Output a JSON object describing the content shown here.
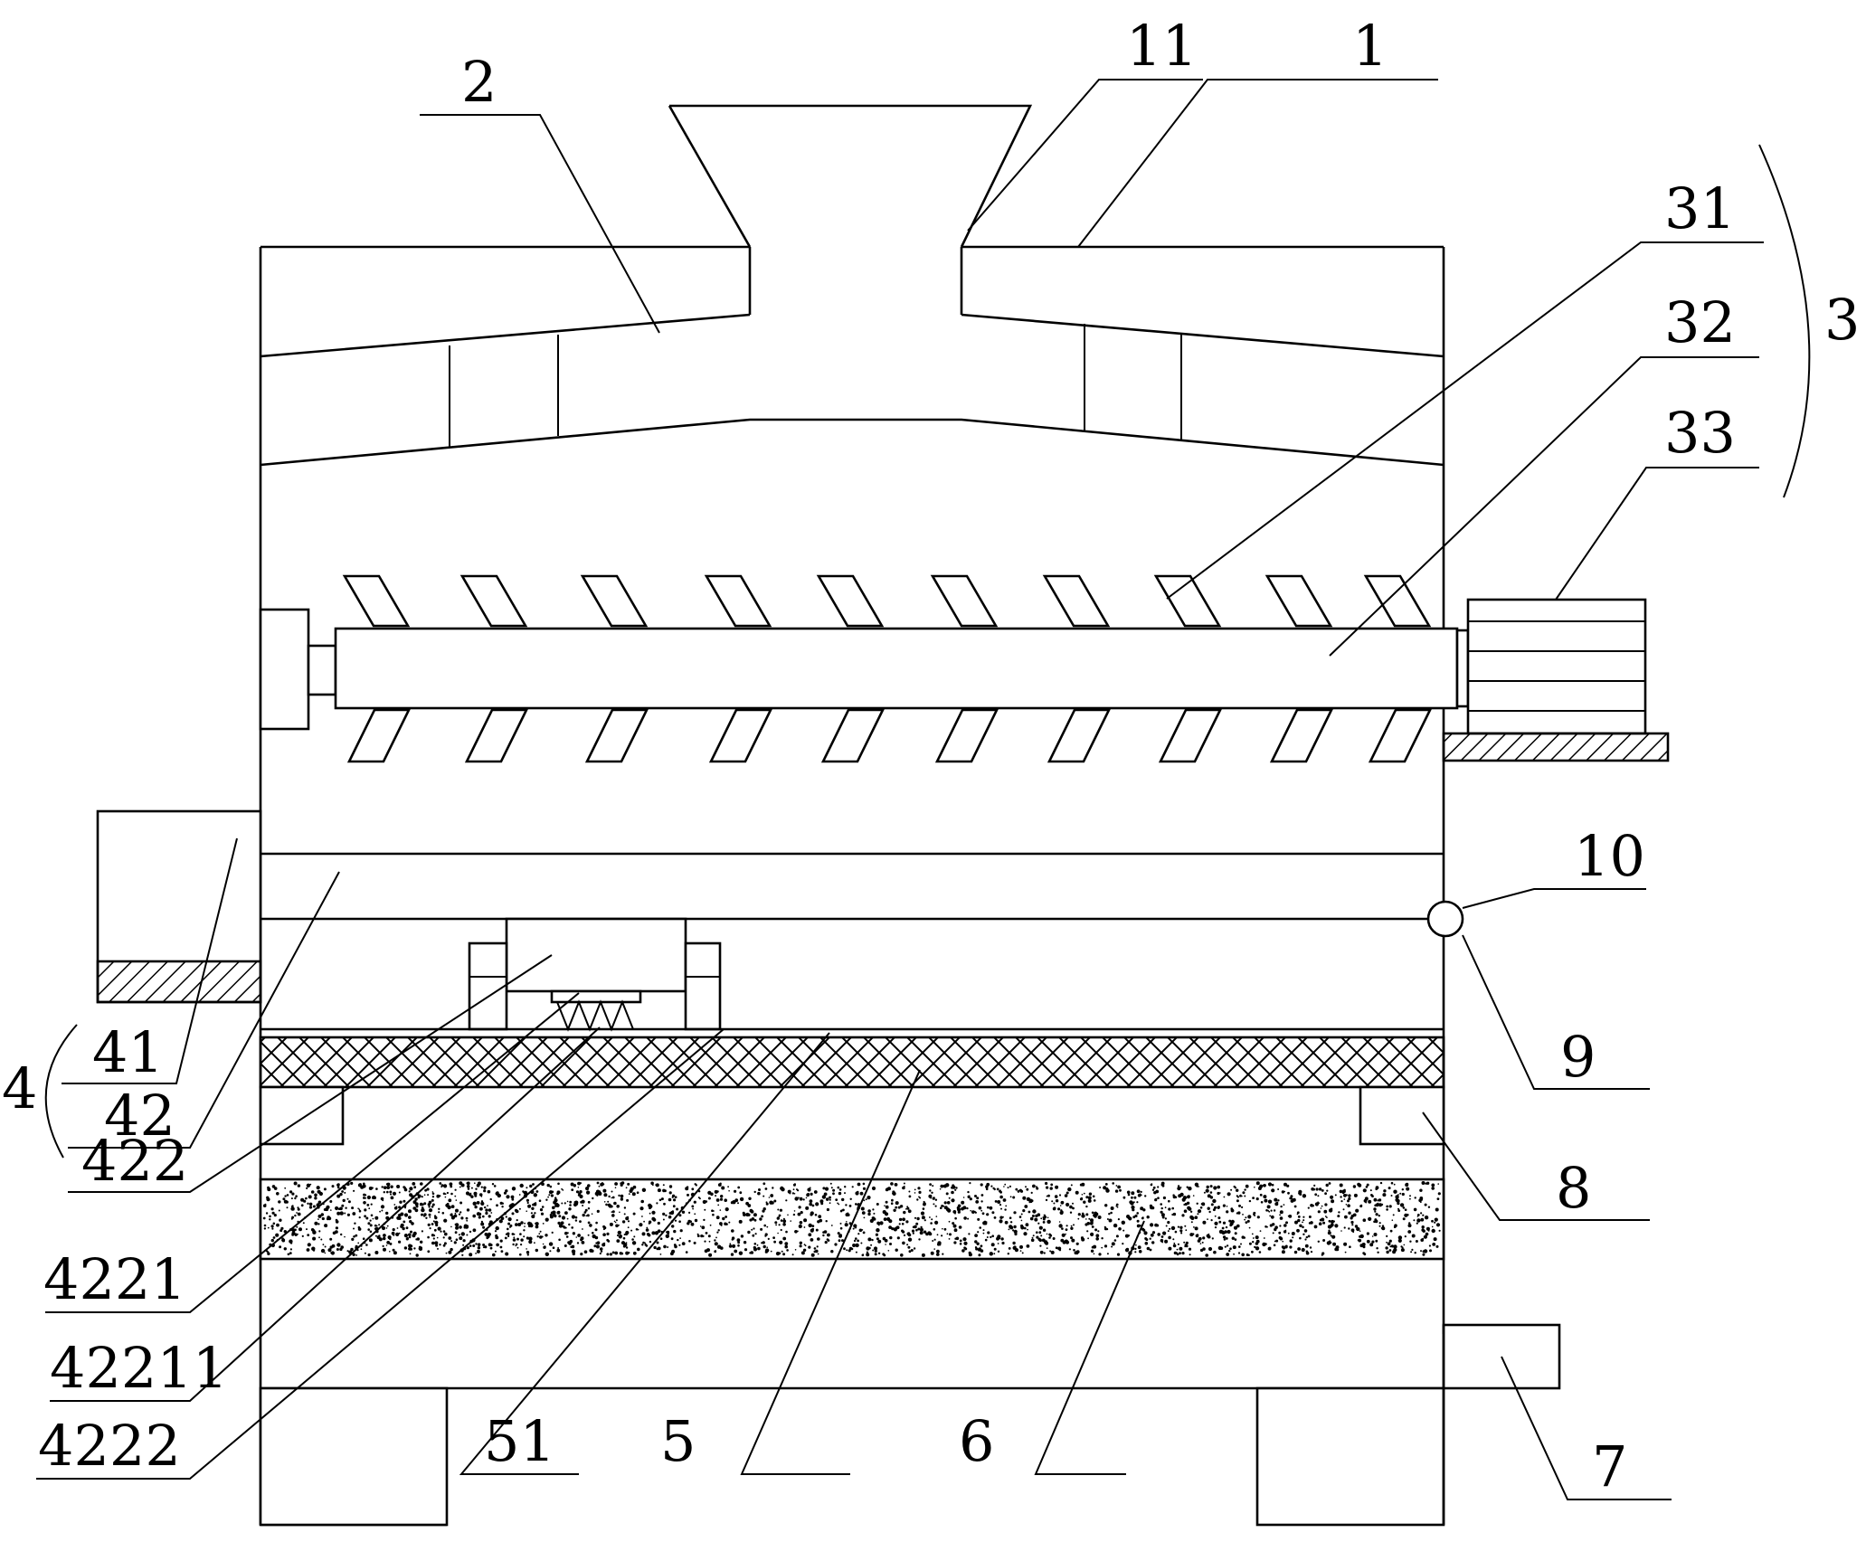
{
  "figure": {
    "labels": {
      "l1": "1",
      "l2": "2",
      "l3": "3",
      "l4": "4",
      "l5": "5",
      "l6": "6",
      "l7": "7",
      "l8": "8",
      "l9": "9",
      "l10": "10",
      "l11": "11",
      "l31": "31",
      "l32": "32",
      "l33": "33",
      "l41": "41",
      "l42": "42",
      "l422": "422",
      "l4221": "4221",
      "l42211": "42211",
      "l4222": "4222",
      "l51": "51"
    },
    "colors": {
      "line": "#000000",
      "background": "#ffffff"
    }
  }
}
